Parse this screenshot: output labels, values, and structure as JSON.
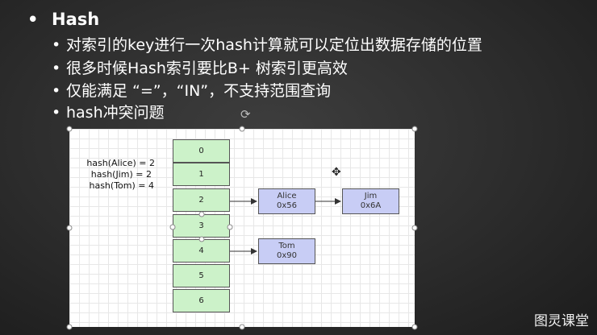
{
  "slide": {
    "title": "Hash",
    "bullets": [
      "对索引的key进行一次hash计算就可以定位出数据存储的位置",
      "很多时候Hash索引要比B+ 树索引更高效",
      "仅能满足 “=”，“IN”，不支持范围查询",
      "hash冲突问题"
    ]
  },
  "diagram": {
    "hash_lines": [
      "hash(Alice) = 2",
      "hash(Jim) = 2",
      "hash(Tom) = 4"
    ],
    "buckets": [
      "0",
      "1",
      "2",
      "3",
      "4",
      "5",
      "6"
    ],
    "nodes": [
      {
        "name": "Alice",
        "addr": "0x56"
      },
      {
        "name": "Jim",
        "addr": "0x6A"
      },
      {
        "name": "Tom",
        "addr": "0x90"
      }
    ]
  },
  "watermark": "图灵课堂",
  "icons": [
    "rotate-handle-icon",
    "move-cursor-icon"
  ],
  "colors": {
    "bucket": "#ccf2c9",
    "node": "#c8cdf5",
    "background": "#2c2c2c"
  }
}
